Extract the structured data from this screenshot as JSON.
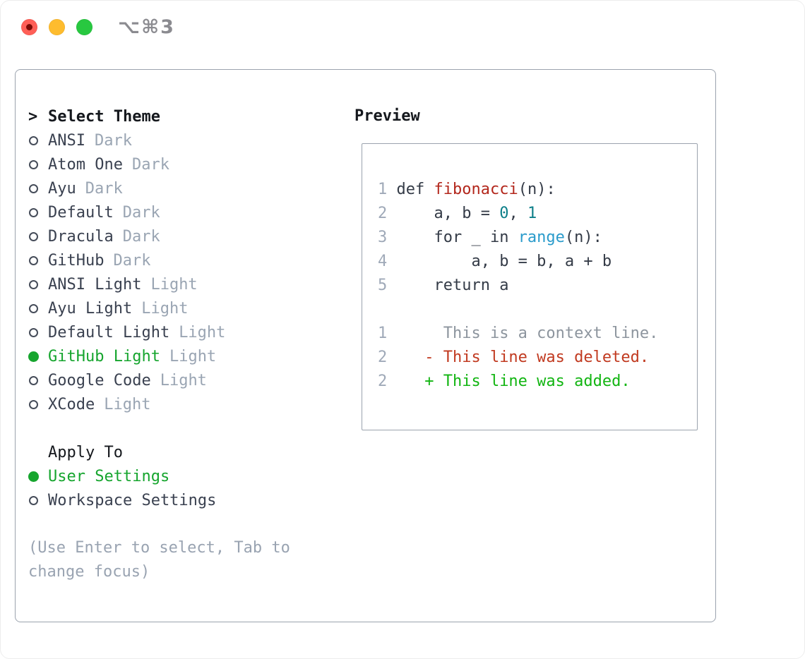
{
  "titlebar": {
    "shortcut": "⌥⌘3"
  },
  "theme_menu": {
    "prompt": ">",
    "title": "Select Theme",
    "items": [
      {
        "name": "ANSI",
        "variant": "Dark",
        "selected": false
      },
      {
        "name": "Atom One",
        "variant": "Dark",
        "selected": false
      },
      {
        "name": "Ayu",
        "variant": "Dark",
        "selected": false
      },
      {
        "name": "Default",
        "variant": "Dark",
        "selected": false
      },
      {
        "name": "Dracula",
        "variant": "Dark",
        "selected": false
      },
      {
        "name": "GitHub",
        "variant": "Dark",
        "selected": false
      },
      {
        "name": "ANSI Light",
        "variant": "Light",
        "selected": false
      },
      {
        "name": "Ayu Light",
        "variant": "Light",
        "selected": false
      },
      {
        "name": "Default Light",
        "variant": "Light",
        "selected": false
      },
      {
        "name": "GitHub Light",
        "variant": "Light",
        "selected": true
      },
      {
        "name": "Google Code",
        "variant": "Light",
        "selected": false
      },
      {
        "name": "XCode",
        "variant": "Light",
        "selected": false
      }
    ]
  },
  "apply_to": {
    "title": "Apply To",
    "options": [
      {
        "label": "User Settings",
        "selected": true
      },
      {
        "label": "Workspace Settings",
        "selected": false
      }
    ]
  },
  "hint": "(Use Enter to select, Tab to change focus)",
  "preview": {
    "title": "Preview",
    "code_lines": [
      {
        "num": "1",
        "tokens": [
          {
            "text": "def ",
            "style": "fg"
          },
          {
            "text": "fibonacci",
            "style": "function"
          },
          {
            "text": "(n):",
            "style": "fg"
          }
        ]
      },
      {
        "num": "2",
        "tokens": [
          {
            "text": "    a, b = ",
            "style": "fg"
          },
          {
            "text": "0",
            "style": "number"
          },
          {
            "text": ", ",
            "style": "fg"
          },
          {
            "text": "1",
            "style": "number"
          }
        ]
      },
      {
        "num": "3",
        "tokens": [
          {
            "text": "    for _ in ",
            "style": "fg"
          },
          {
            "text": "range",
            "style": "builtin"
          },
          {
            "text": "(n):",
            "style": "fg"
          }
        ]
      },
      {
        "num": "4",
        "tokens": [
          {
            "text": "        a, b = b, a + b",
            "style": "fg"
          }
        ]
      },
      {
        "num": "5",
        "tokens": [
          {
            "text": "    return a",
            "style": "fg"
          }
        ]
      }
    ],
    "diff_lines": [
      {
        "num": "1",
        "sign": "",
        "text": "This is a context line.",
        "kind": "context"
      },
      {
        "num": "2",
        "sign": "-",
        "text": "This line was deleted.",
        "kind": "deleted"
      },
      {
        "num": "2",
        "sign": "+",
        "text": "This line was added.",
        "kind": "added"
      }
    ]
  },
  "colors": {
    "selected_green": "#16a52e",
    "added_green": "#12b512",
    "deleted_red": "#c13a20",
    "function_red": "#b3271c",
    "number_teal": "#0d7f89",
    "builtin_blue": "#2a9bcb",
    "traffic_red": "#ff5f57",
    "traffic_yellow": "#febc2e",
    "traffic_green": "#28c840"
  }
}
